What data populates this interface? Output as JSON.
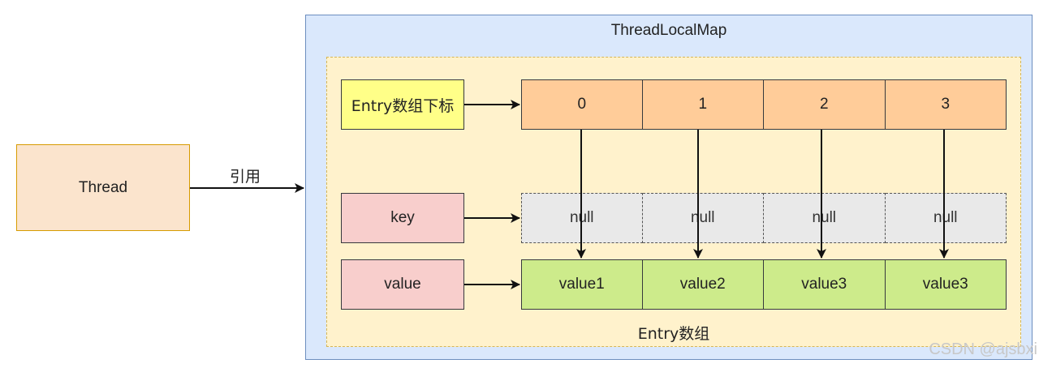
{
  "map": {
    "title": "ThreadLocalMap",
    "array_label": "Entry数组"
  },
  "thread": {
    "label": "Thread"
  },
  "reference_label": "引用",
  "labels": {
    "index": "Entry数组下标",
    "key": "key",
    "value": "value"
  },
  "indices": [
    "0",
    "1",
    "2",
    "3"
  ],
  "keys": [
    "null",
    "null",
    "null",
    "null"
  ],
  "values": [
    "value1",
    "value2",
    "value3",
    "value3"
  ],
  "watermark": "CSDN @ajsbxi",
  "colors": {
    "outer_fill": "#dae8fc",
    "outer_border": "#6c8ebf",
    "inner_fill": "#fff2cc",
    "inner_border": "#d6b656",
    "thread_fill": "#fbe4cd",
    "thread_border": "#d79b00",
    "index_label_fill": "#ffff88",
    "label_fill": "#f8cecc",
    "index_cell_fill": "#ffcc99",
    "key_cell_fill": "#e9e9e9",
    "value_cell_fill": "#cdeb8b"
  }
}
